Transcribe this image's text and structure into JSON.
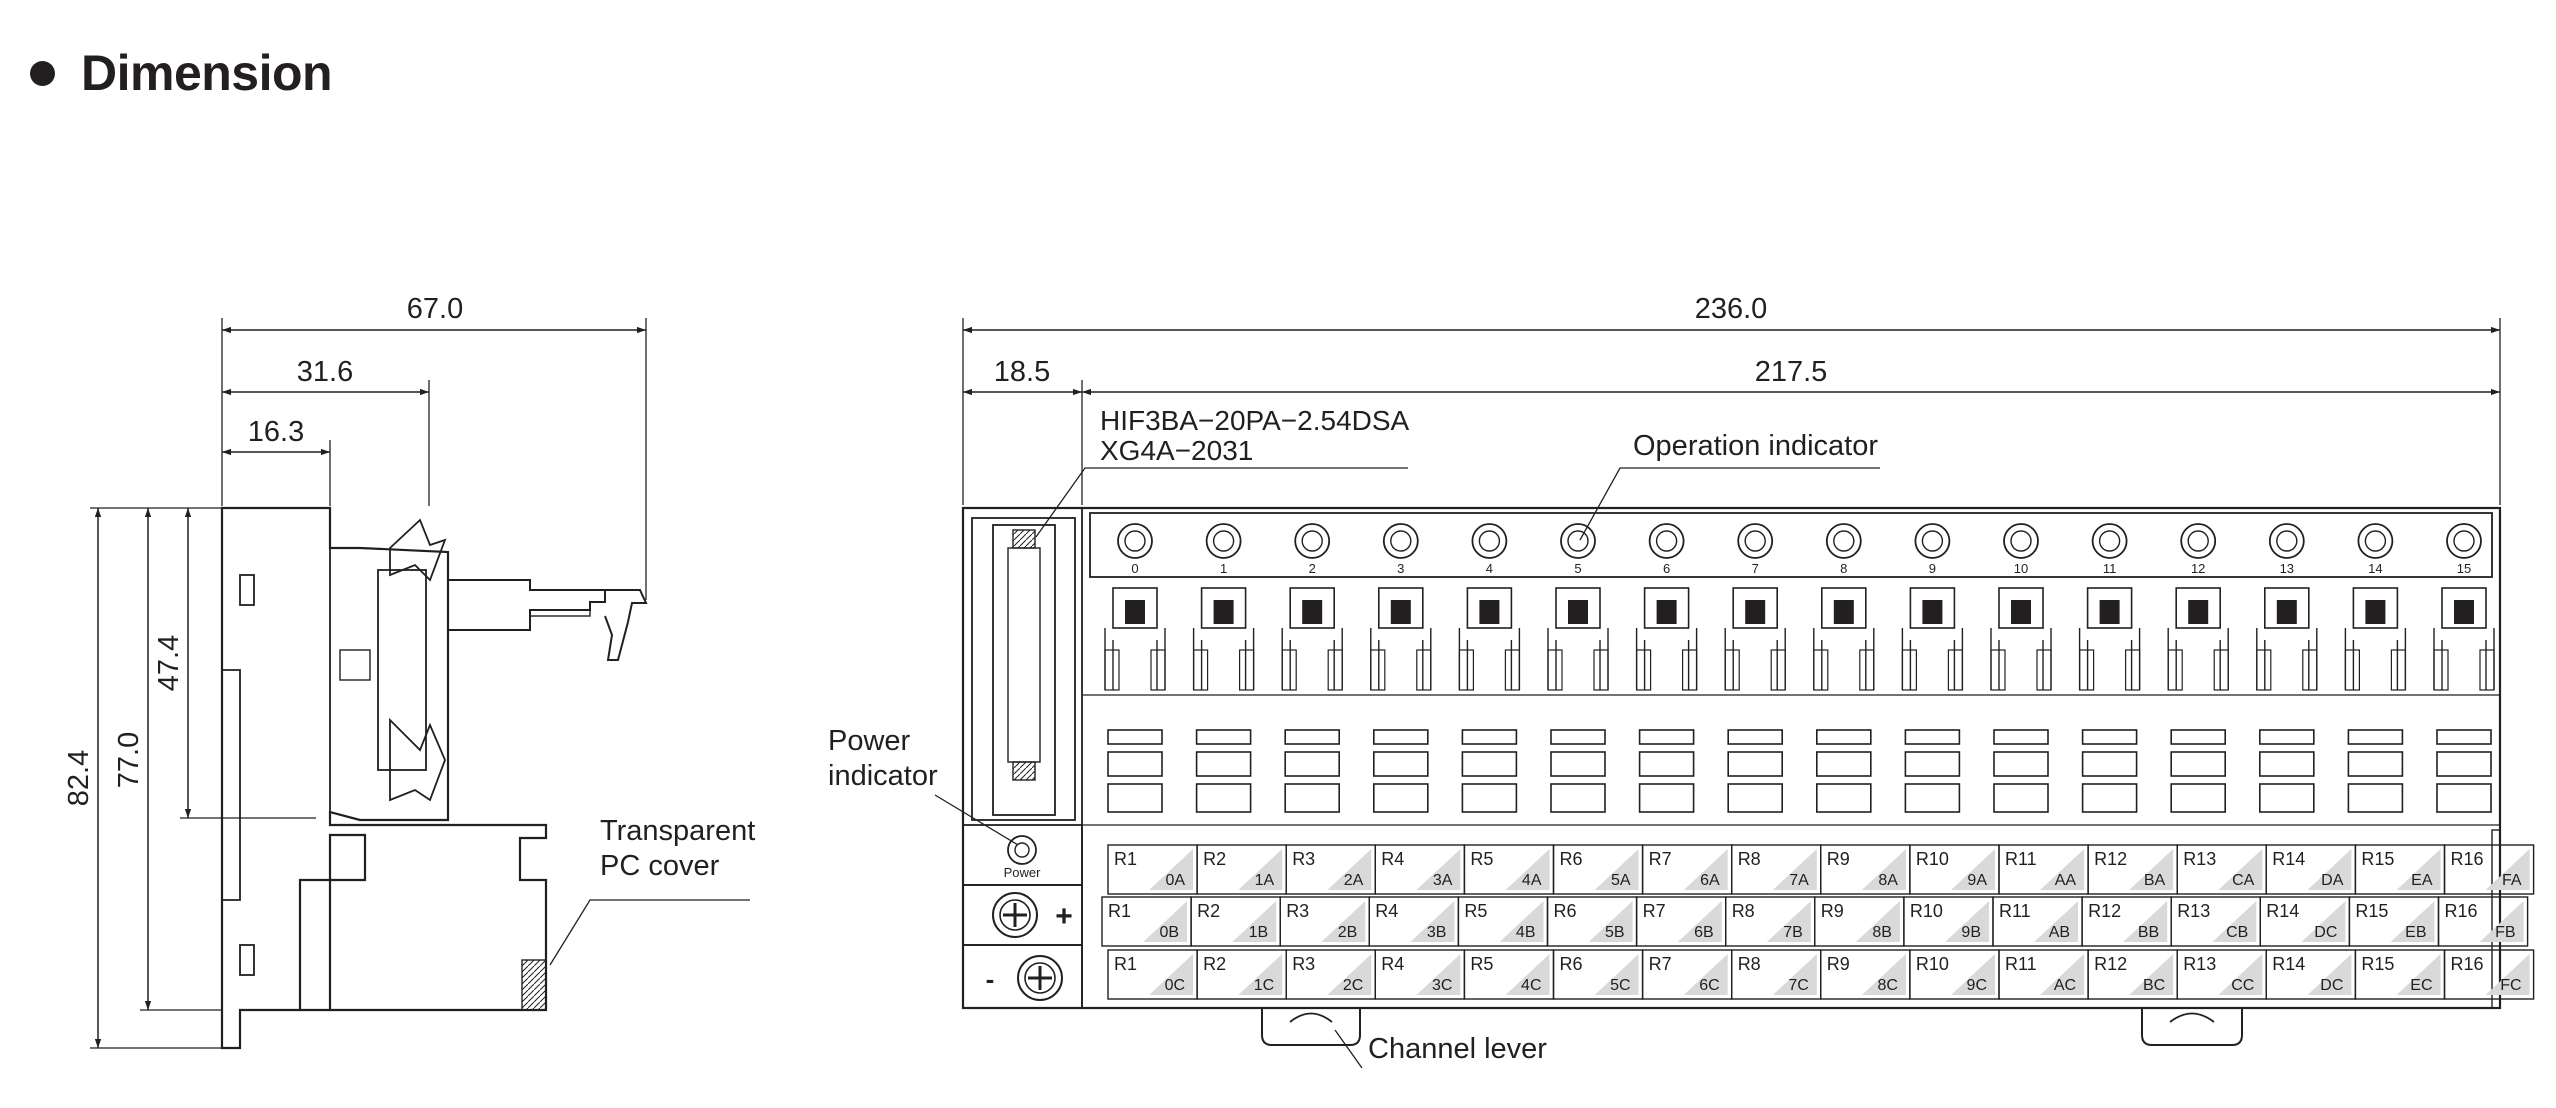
{
  "heading": {
    "title": "Dimension"
  },
  "side_view": {
    "dims": {
      "width_total": "67.0",
      "width_mid": "31.6",
      "width_short": "16.3",
      "height_total": "82.4",
      "height_rail": "77.0",
      "height_inner": "47.4"
    },
    "callout_cover": [
      "Transparent",
      "PC cover"
    ]
  },
  "front_view": {
    "dims": {
      "overall": "236.0",
      "left_section": "18.5",
      "right_section": "217.5"
    },
    "connector_label": [
      "HIF3BA−20PA−2.54DSA",
      "XG4A−2031"
    ],
    "operation_indicator": "Operation indicator",
    "power_indicator": [
      "Power",
      "indicator"
    ],
    "power_text": "Power",
    "channel_lever": "Channel lever",
    "plus_sign": "+",
    "minus_sign": "-",
    "channels": [
      "0",
      "1",
      "2",
      "3",
      "4",
      "5",
      "6",
      "7",
      "8",
      "9",
      "10",
      "11",
      "12",
      "13",
      "14",
      "15"
    ],
    "terminal_rows": [
      {
        "relays": [
          "R1",
          "R2",
          "R3",
          "R4",
          "R5",
          "R6",
          "R7",
          "R8",
          "R9",
          "R10",
          "R11",
          "R12",
          "R13",
          "R14",
          "R15",
          "R16"
        ],
        "codes": [
          "0A",
          "1A",
          "2A",
          "3A",
          "4A",
          "5A",
          "6A",
          "7A",
          "8A",
          "9A",
          "AA",
          "BA",
          "CA",
          "DA",
          "EA",
          "FA"
        ]
      },
      {
        "relays": [
          "R1",
          "R2",
          "R3",
          "R4",
          "R5",
          "R6",
          "R7",
          "R8",
          "R9",
          "R10",
          "R11",
          "R12",
          "R13",
          "R14",
          "R15",
          "R16"
        ],
        "codes": [
          "0B",
          "1B",
          "2B",
          "3B",
          "4B",
          "5B",
          "6B",
          "7B",
          "8B",
          "9B",
          "AB",
          "BB",
          "CB",
          "DC",
          "EB",
          "FB"
        ]
      },
      {
        "relays": [
          "R1",
          "R2",
          "R3",
          "R4",
          "R5",
          "R6",
          "R7",
          "R8",
          "R9",
          "R10",
          "R11",
          "R12",
          "R13",
          "R14",
          "R15",
          "R16"
        ],
        "codes": [
          "0C",
          "1C",
          "2C",
          "3C",
          "4C",
          "5C",
          "6C",
          "7C",
          "8C",
          "9C",
          "AC",
          "BC",
          "CC",
          "DC",
          "EC",
          "FC"
        ]
      }
    ]
  }
}
